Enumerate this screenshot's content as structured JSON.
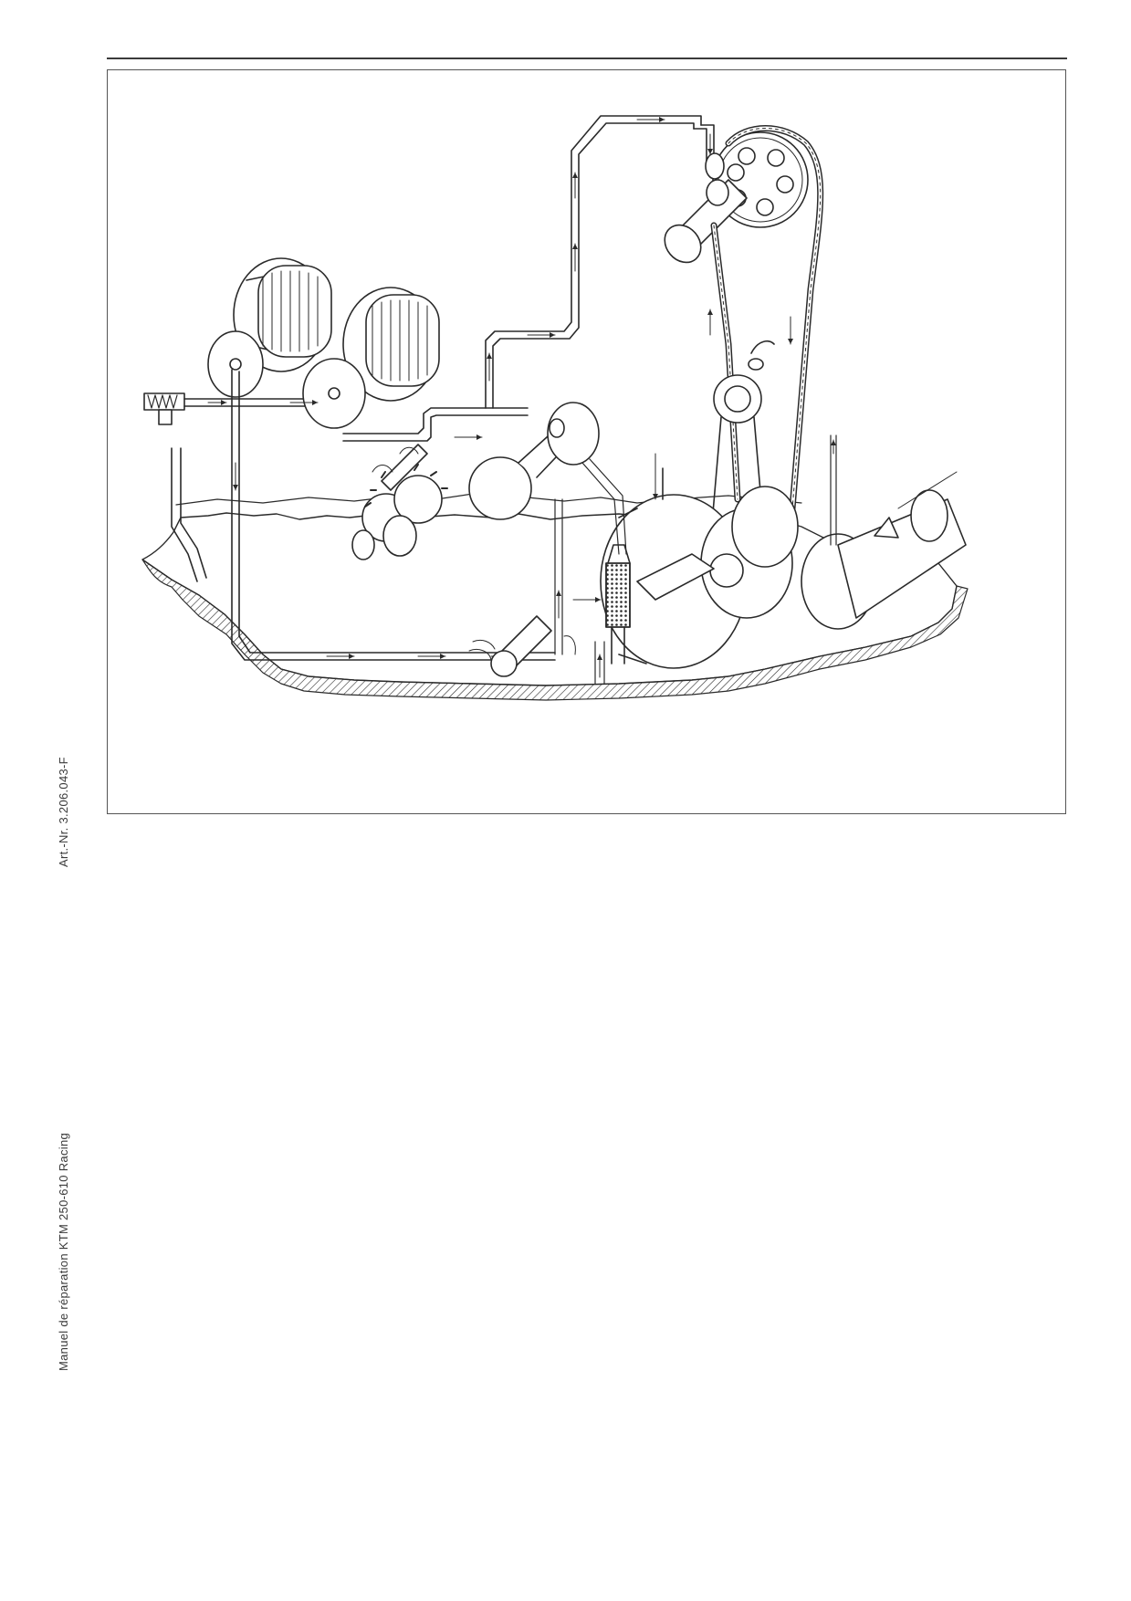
{
  "document": {
    "side_text_art_nr": "Art.-Nr.  3.206.043-F",
    "side_text_manual": "Manuel de réparation  KTM 250-610 Racing"
  },
  "figure": {
    "subject": "engine lubrication circuit illustration"
  },
  "colors": {
    "ink": "#2a2a2a",
    "paper": "#ffffff"
  }
}
